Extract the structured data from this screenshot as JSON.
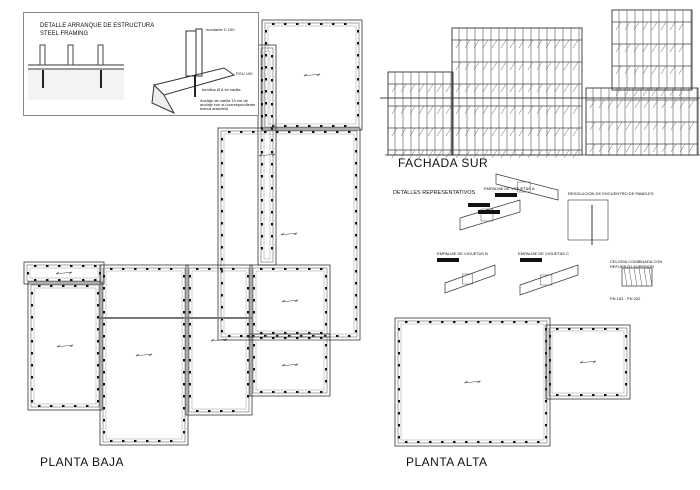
{
  "detail_box": {
    "title_line1": "DETALLE  ARRANQUE DE ESTRUCTURA",
    "title_line2": "STEEL FRAMING",
    "notes": [
      "montante C 100",
      "PGU 100",
      "tornillos Ø 8 en varilla",
      "Anclaje de varilla 10 cm de anclaje con su correspondiente tuerca arandela"
    ]
  },
  "facade": {
    "title": "FACHADA SUR"
  },
  "details": {
    "title": "DETALLES REPRESENTATIVOS",
    "items": [
      "EMPALME DE VIGUETAS A",
      "RESOLUCION DE ENCUENTRO DE PANELES",
      "EMPALME DE VIGUETAS B",
      "EMPALME DE VIGUETAS C",
      "CELOSIA COMBINADA CON REFUERZO SUPERIOR",
      "PN 152 - PN 202"
    ]
  },
  "plans": {
    "ground": "PLANTA BAJA",
    "upper": "PLANTA ALTA"
  }
}
